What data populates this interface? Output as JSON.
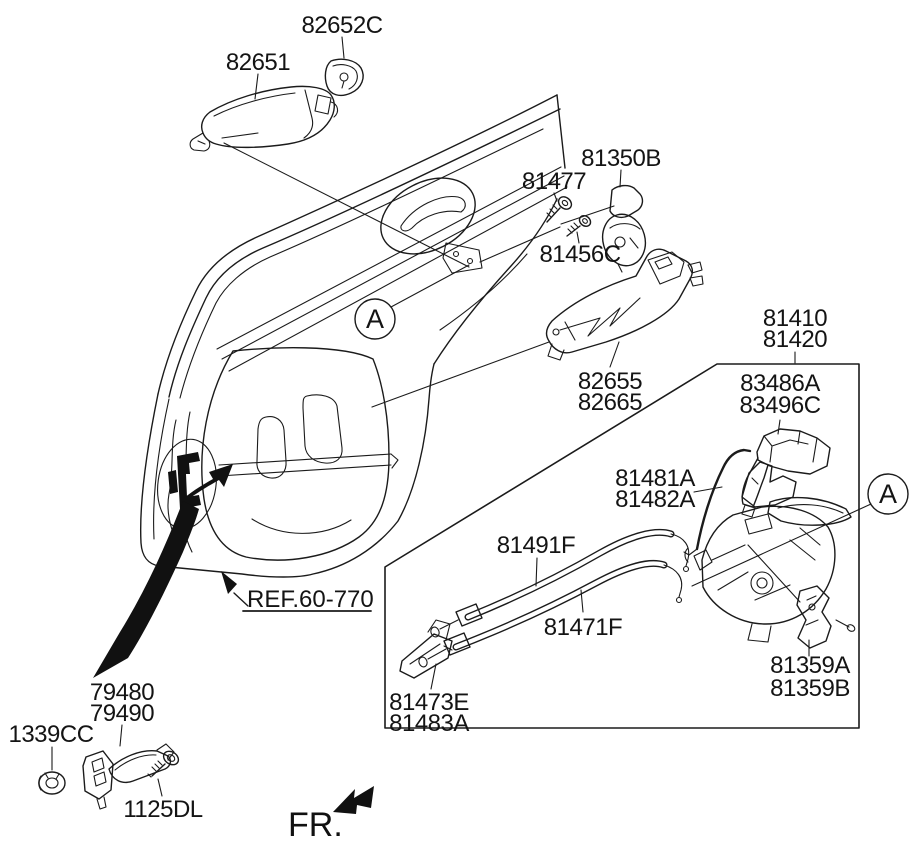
{
  "diagram": {
    "type": "parts-exploded-diagram",
    "subject": "rear door locking system",
    "colors": {
      "background": "#ffffff",
      "line": "#1b1b1b"
    },
    "parts": {
      "p82651": "82651",
      "p82652C": "82652C",
      "p81350B": "81350B",
      "p81477": "81477",
      "p81456C": "81456C",
      "p82655": "82655",
      "p82665": "82665",
      "p81410": "81410",
      "p81420": "81420",
      "p83486A": "83486A",
      "p83496C": "83496C",
      "p81481A": "81481A",
      "p81482A": "81482A",
      "p81491F": "81491F",
      "p81471F": "81471F",
      "p81473E": "81473E",
      "p81483A": "81483A",
      "p81359A": "81359A",
      "p81359B": "81359B",
      "p79480": "79480",
      "p79490": "79490",
      "p1339CC": "1339CC",
      "p1125DL": "1125DL"
    },
    "annotations": {
      "reference": "REF.60-770",
      "front": "FR.",
      "detail": "A"
    }
  }
}
